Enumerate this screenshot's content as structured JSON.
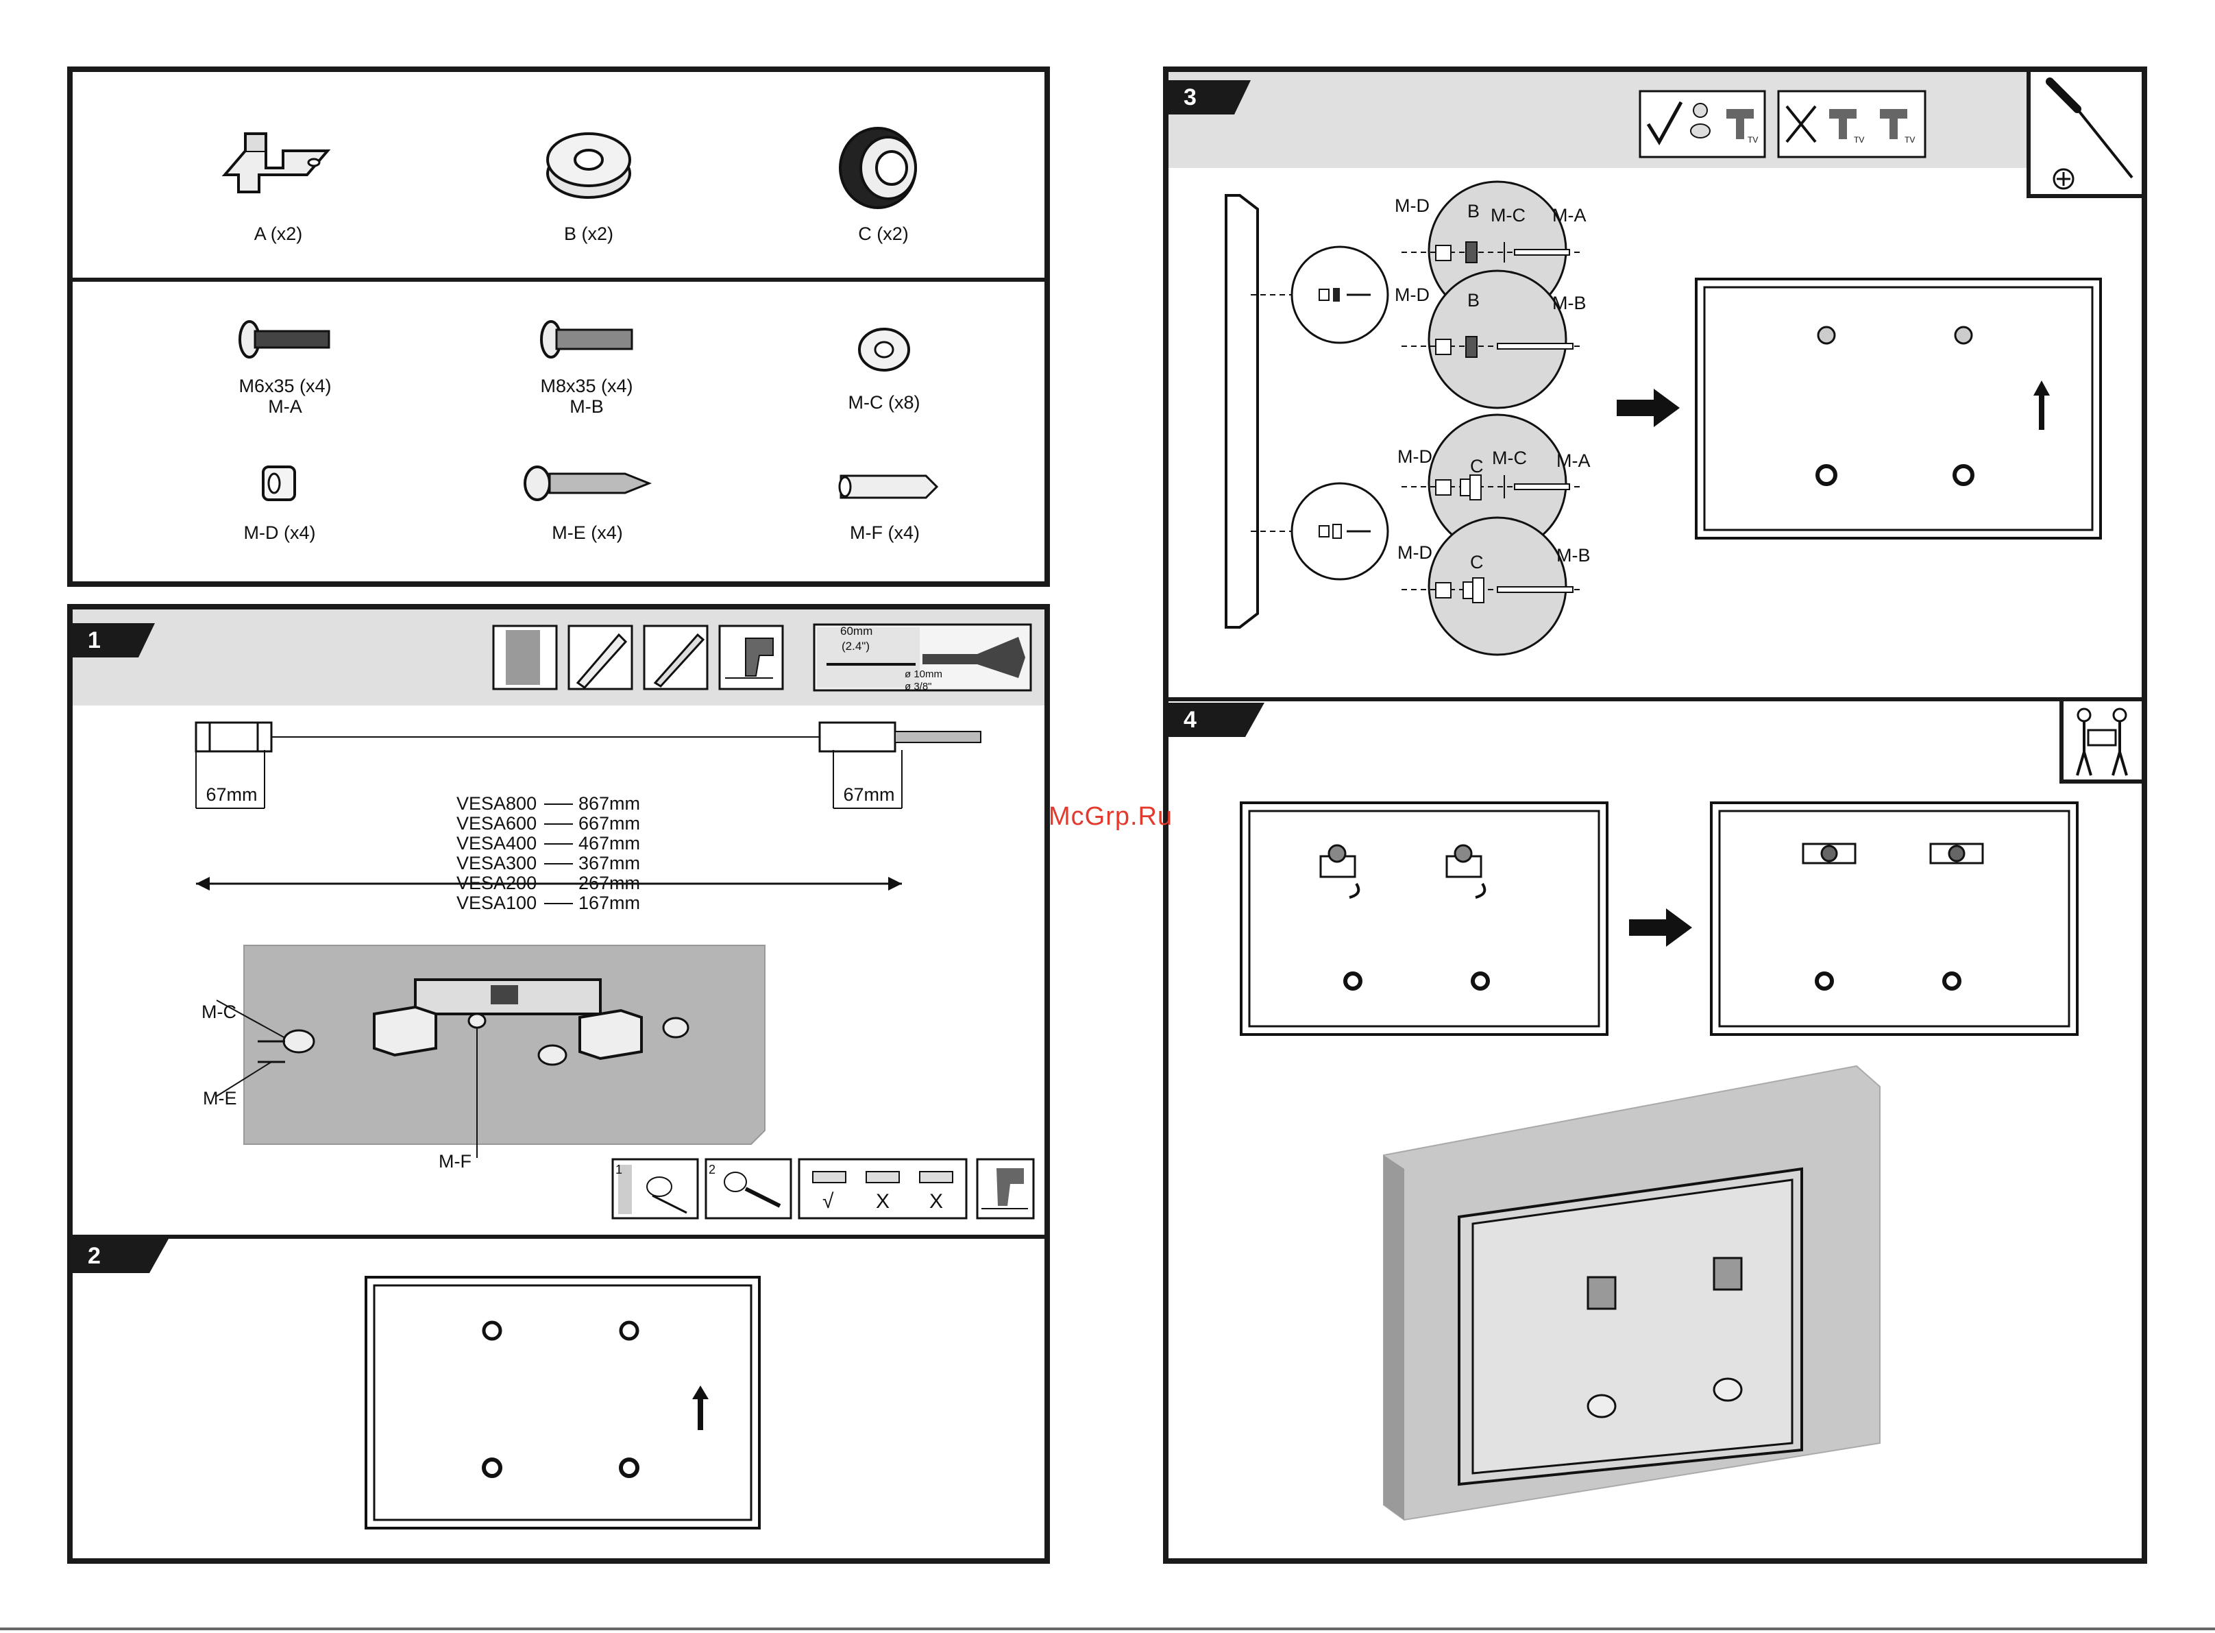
{
  "parts": {
    "row1": [
      {
        "label": "A (x2)",
        "icon": "bracket-a-icon"
      },
      {
        "label": "B (x2)",
        "icon": "spacer-b-icon"
      },
      {
        "label": "C (x2)",
        "icon": "spacer-c-icon"
      }
    ],
    "row2": [
      {
        "label": "M6x35 (x4)",
        "sub": "M-A",
        "icon": "screw-m-a-icon"
      },
      {
        "label": "M8x35 (x4)",
        "sub": "M-B",
        "icon": "screw-m-b-icon"
      },
      {
        "label": "M-C (x8)",
        "icon": "washer-m-c-icon"
      }
    ],
    "row3": [
      {
        "label": "M-D (x4)",
        "icon": "spacer-m-d-icon"
      },
      {
        "label": "M-E  (x4)",
        "icon": "wood-screw-m-e-icon"
      },
      {
        "label": "M-F (x4)",
        "icon": "anchor-m-f-icon"
      }
    ]
  },
  "step1": {
    "number": "1",
    "offset_left": "67mm",
    "offset_right": "67mm",
    "vesa": [
      {
        "name": "VESA800",
        "dist": "867mm"
      },
      {
        "name": "VESA600",
        "dist": "667mm"
      },
      {
        "name": "VESA400",
        "dist": "467mm"
      },
      {
        "name": "VESA300",
        "dist": "367mm"
      },
      {
        "name": "VESA200",
        "dist": "267mm"
      },
      {
        "name": "VESA100",
        "dist": "167mm"
      }
    ],
    "callouts": {
      "mc": "M-C",
      "me": "M-E",
      "mf": "M-F"
    },
    "drill": {
      "depth_mm": "60mm",
      "depth_in": "(2.4\")",
      "dia_mm": "ø 10mm",
      "dia_in": "ø 3/8\""
    },
    "hint_nums": [
      "1",
      "2"
    ],
    "level_marks": [
      "√",
      "X",
      "X"
    ]
  },
  "step2": {
    "number": "2"
  },
  "step3": {
    "number": "3",
    "top": {
      "md1": "M-D",
      "b1": "B",
      "mc1": "M-C",
      "ma1": "M-A",
      "md2": "M-D",
      "b2": "B",
      "mb2": "M-B"
    },
    "bottom": {
      "md1": "M-D",
      "c1": "C",
      "mc1": "M-C",
      "ma1": "M-A",
      "md2": "M-D",
      "c2": "C",
      "mb2": "M-B"
    },
    "tv_mark": "TV"
  },
  "step4": {
    "number": "4"
  },
  "watermark": "McGrp.Ru",
  "colors": {
    "frame": "#1a1a1a",
    "bar": "#e0e0e0",
    "circle": "#d9d9d9",
    "watermark": "#e23b2e"
  }
}
